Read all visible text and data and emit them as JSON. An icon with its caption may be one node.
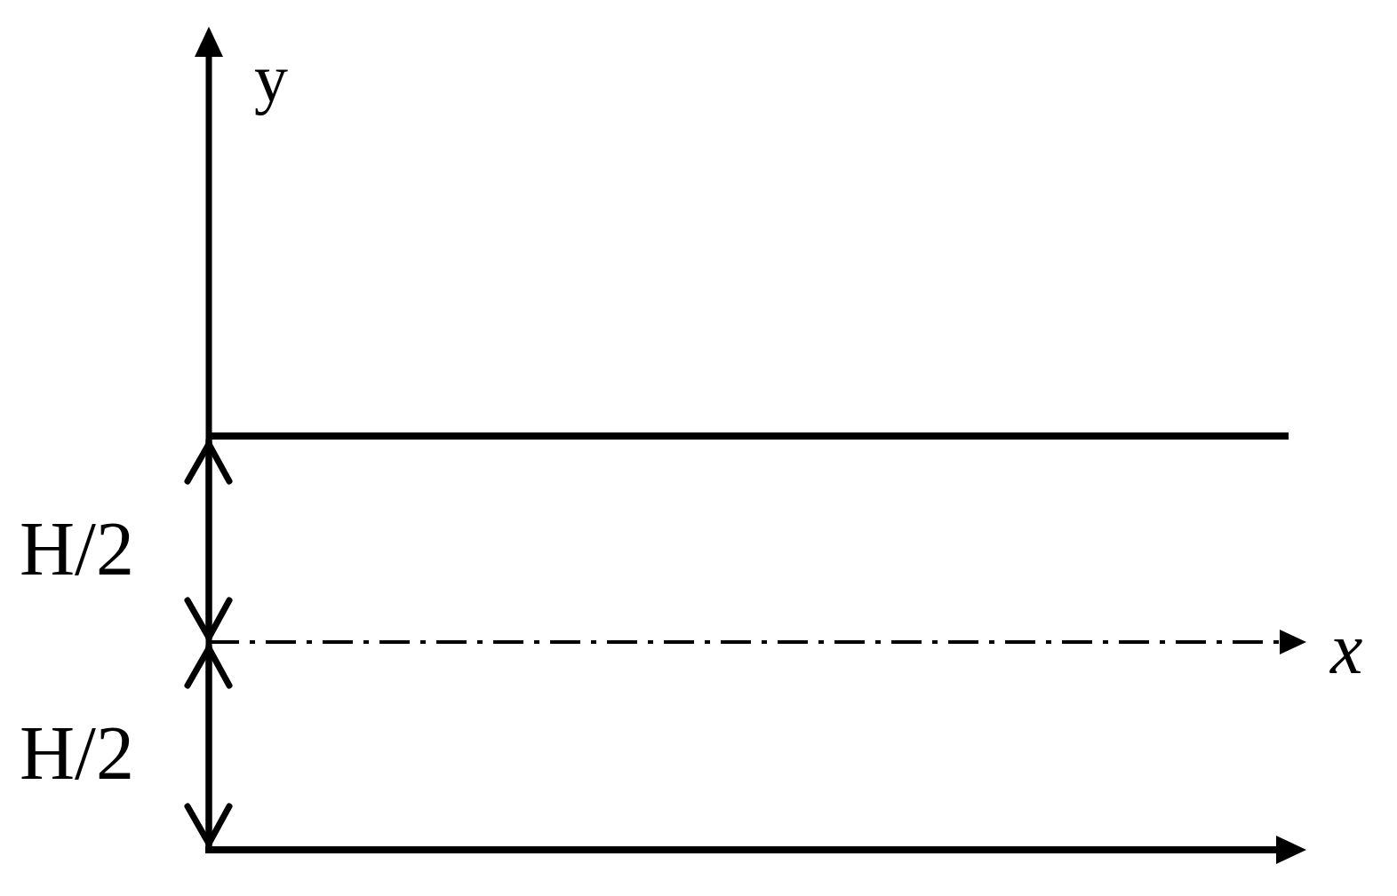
{
  "diagram": {
    "labels": [
      "y",
      "H/2",
      "H/2",
      "x"
    ]
  }
}
